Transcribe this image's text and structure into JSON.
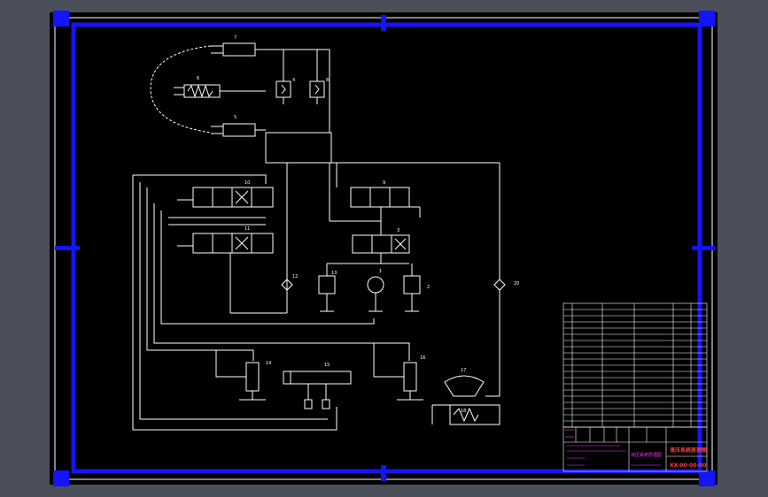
{
  "colors": {
    "background": "#4a4f5a",
    "sheet": "#000000",
    "frame": "#1414ff",
    "lines": "#ffffff",
    "title_text": "#ff4040",
    "annotation_text": "#ff33ff"
  },
  "component_labels": {
    "c1": "7",
    "c2": "6",
    "c3": "5",
    "c4": "4",
    "c5": "8",
    "c6": "10",
    "c7": "11",
    "c8": "9",
    "c9": "3",
    "c10": "12",
    "c11": "13",
    "c12": "1",
    "c13": "2",
    "c14": "20",
    "c15": "14",
    "c16": "15",
    "c17": "16",
    "c18": "17",
    "c19": "18"
  },
  "title_block": {
    "title": "液压系统原理图",
    "drawing_no": "XX-00-00-00",
    "annotation": "液压系统原理图"
  }
}
